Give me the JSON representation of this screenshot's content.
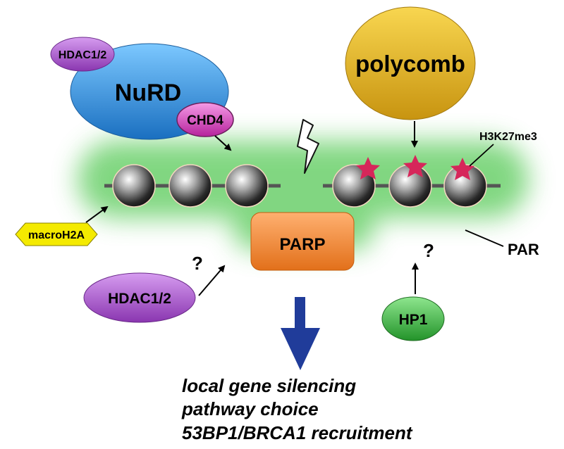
{
  "labels": {
    "hdac_top": "HDAC1/2",
    "nurd": "NuRD",
    "chd4": "CHD4",
    "polycomb": "polycomb",
    "h3k27me3": "H3K27me3",
    "macroh2a": "macroH2A",
    "parp": "PARP",
    "par": "PAR",
    "hdac_bottom": "HDAC1/2",
    "hp1": "HP1",
    "question_left": "?",
    "question_right": "?"
  },
  "outcomes": [
    "local gene silencing",
    "pathway choice",
    "53BP1/BRCA1 recruitment"
  ],
  "colors": {
    "nurd": "#2f8fd8",
    "hdac": "#a44fc8",
    "chd4": "#cc38b0",
    "polycomb": "#e0b020",
    "macroh2a": "#f4ea00",
    "parp": "#f08a30",
    "hp1": "#3aae3a",
    "glow": "#6cd06c",
    "star": "#d6265a",
    "down_arrow": "#203c9a"
  },
  "icons": {
    "dna_break": "lightning-bolt-icon",
    "modification": "star-icon"
  }
}
